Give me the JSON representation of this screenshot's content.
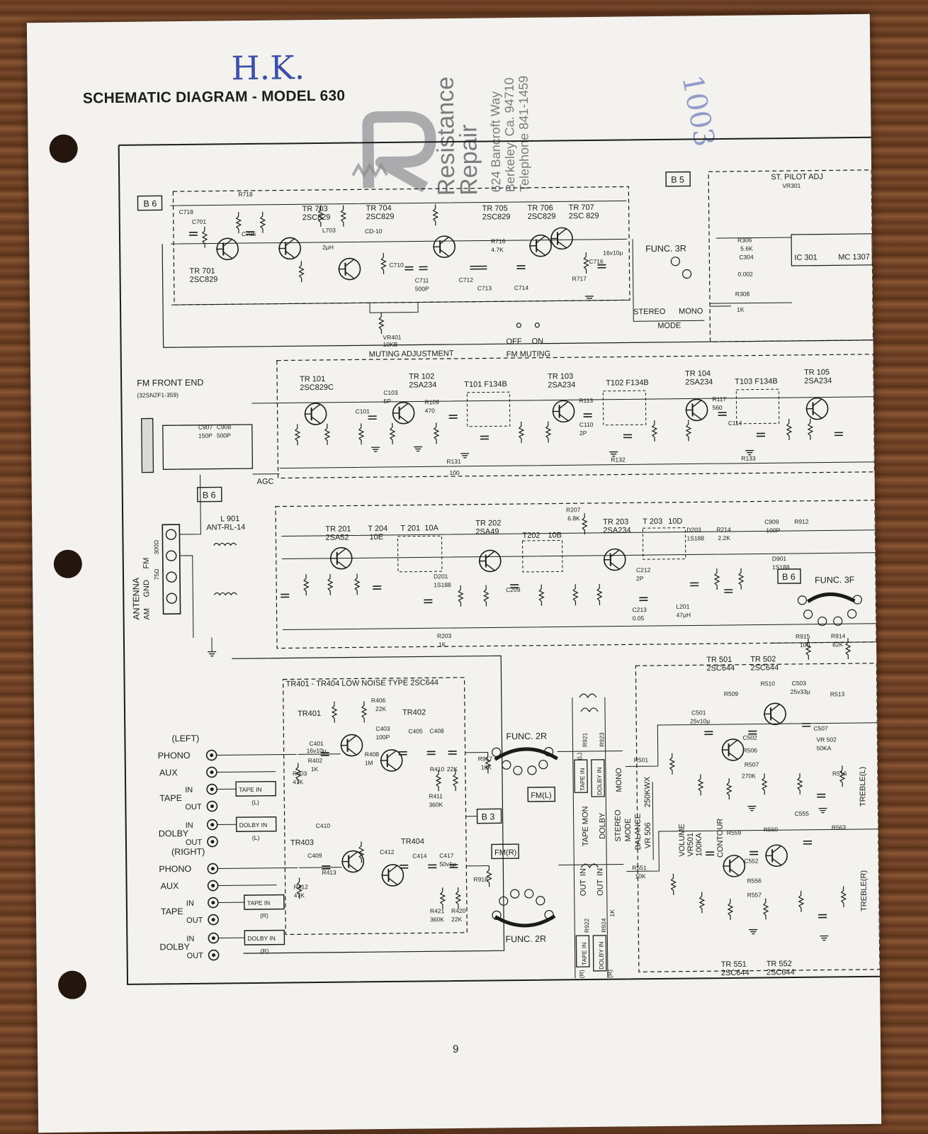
{
  "page": {
    "title": "SCHEMATIC DIAGRAM - MODEL 630",
    "page_number": "9"
  },
  "handwriting": {
    "initials": "H.K.",
    "number": "1003"
  },
  "stamp": {
    "name_line1": "Resistance",
    "name_line2": "Repair",
    "address1": "624 Bancroft Way",
    "address2": "Berkeley, Ca. 94710",
    "phone": "Telephone 841-1459"
  },
  "sections": {
    "fm_if": {
      "ref": "B 6",
      "transistors": [
        "TR 701",
        "2SC829",
        "TR 703",
        "2SC829",
        "TR 704",
        "2SC829",
        "TR 705",
        "2SC829",
        "TR 706",
        "2SC829",
        "TR 707",
        "2SC 829"
      ],
      "parts": [
        "R718",
        "C718",
        "C701",
        "C705",
        "L703",
        "2μH",
        "CD-10",
        "R716",
        "4.7K",
        "C710",
        "C711",
        "500P",
        "C712",
        "C713",
        "C714",
        "R717",
        "C716",
        "16v10μ"
      ],
      "muting_adjustment": "MUTING ADJUSTMENT",
      "vr401": "VR401",
      "vr401_value": "10KB",
      "fm_muting": "FM MUTING",
      "off": "OFF",
      "on": "ON",
      "func": "FUNC. 3R",
      "stereo": "STEREO",
      "mono": "MONO",
      "mode": "MODE"
    },
    "stereo_pilot": {
      "ref": "B 5",
      "label": "ST. PILOT ADJ",
      "ic": "IC 301",
      "ic_part": "MC 1307",
      "parts": [
        "R306",
        "5.6K",
        "C304",
        "0.002",
        "R308",
        "1K",
        "VR301"
      ]
    },
    "fm_front_end": {
      "title": "FM FRONT END",
      "code": "(32SN2F1-359)",
      "agc": "AGC",
      "ref": "B 6",
      "transistors": [
        "TR 101",
        "2SC829C",
        "TR 102",
        "2SA234",
        "TR 103",
        "2SA234",
        "TR 104",
        "2SA234",
        "TR 105",
        "2SA234"
      ],
      "transformers": [
        "T101 F134B",
        "T102 F134B",
        "T103 F134B"
      ],
      "parts": [
        "C103",
        "5P",
        "R109",
        "470",
        "C101",
        "R113",
        "C110",
        "2P",
        "R117",
        "560",
        "C114",
        "R131",
        "100",
        "R132",
        "R133",
        "C907",
        "150P",
        "C908",
        "500P"
      ]
    },
    "am_section": {
      "antenna": "ANTENNA",
      "am": "AM",
      "gnd": "GND",
      "fm": "FM",
      "ohm": "300Ω",
      "ohm2": "75Ω",
      "coil": "L 901",
      "coil_part": "ANT-RL-14",
      "transistors": [
        "TR 201",
        "2SA52",
        "TR 202",
        "2SA49",
        "TR 203",
        "2SA234"
      ],
      "transformers": [
        "T 204",
        "10E",
        "T 201",
        "10A",
        "T202",
        "10B",
        "T 203",
        "10D"
      ],
      "parts": [
        "R207",
        "6.8K",
        "D201",
        "1S188",
        "D203",
        "1S188",
        "R214",
        "2.2K",
        "C212",
        "2P",
        "R203",
        "1K",
        "C209",
        "C213",
        "0.05",
        "L201",
        "47μH",
        "C909",
        "100P",
        "R912",
        "D901",
        "1S188"
      ],
      "ref": "B 6",
      "func": "FUNC. 3F",
      "r915": "R915",
      "r914": "R914",
      "r915_val": "100",
      "r914_val": "82K"
    },
    "phono_preamp": {
      "header": "TR401 - TR404  LOW NOISE TYPE  2SC644",
      "left": "(LEFT)",
      "right": "(RIGHT)",
      "inputs": [
        "PHONO",
        "AUX",
        "TAPE",
        "DOLBY",
        "PHONO",
        "AUX",
        "TAPE",
        "DOLBY"
      ],
      "in": "IN",
      "out": "OUT",
      "tape_in": "TAPE IN",
      "dolby_in": "DOLBY IN",
      "l": "(L)",
      "r": "(R)",
      "transistors": [
        "TR401",
        "TR402",
        "TR403",
        "TR404"
      ],
      "parts": [
        "R406",
        "22K",
        "C401",
        "16v10μ",
        "C403",
        "100P",
        "C405",
        "C408",
        "R402",
        "1K",
        "R403",
        "47K",
        "R408",
        "1M",
        "R410",
        "22K",
        "R411",
        "360K",
        "C410",
        "C409",
        "R413",
        "R412",
        "47K",
        "C412",
        "C414",
        "C417",
        "50v1μ",
        "R421",
        "360K",
        "R420",
        "22K",
        "R917",
        "10K",
        "R918"
      ],
      "b3": "B 3",
      "func_top": "FUNC. 2R",
      "func_bottom": "FUNC. 2R",
      "fm_l": "FM(L)",
      "fm_r": "FM(R)"
    },
    "tape_monitor": {
      "tape_mon": "TAPE MON",
      "dolby": "DOLBY",
      "stereo": "STEREO",
      "mono": "MONO",
      "tape_in": "TAPE IN",
      "dolby_in": "DOLBY IN",
      "in": "IN",
      "out": "OUT",
      "l": "(L)",
      "r": "(R)",
      "mode": "MODE",
      "parts": [
        "R921",
        "R922",
        "R923",
        "R924",
        "1K"
      ]
    },
    "tone_control": {
      "transistors": [
        "TR 501",
        "2SC644",
        "TR 502",
        "2SC644",
        "TR 551",
        "2SC644",
        "TR 552",
        "2SC644"
      ],
      "balance": "BALANCE",
      "vr506": "VR 506",
      "vr506_value": "250KWX",
      "volume": "VOLUME",
      "vr501": "VR501",
      "vr501_value": "100KA",
      "contour": "CONTOUR",
      "treble_l": "TREBLE(L)",
      "treble_r": "TREBLE(R)",
      "parts": [
        "R501",
        "R551",
        "10K",
        "C501",
        "25v10μ",
        "C503",
        "25v33μ",
        "R513",
        "C555",
        "R563",
        "C507",
        "VR 502",
        "50KA",
        "R516",
        "R509",
        "R510",
        "R506",
        "R507",
        "270K",
        "C502",
        "C552",
        "R556",
        "R557",
        "R559",
        "R560"
      ]
    }
  }
}
